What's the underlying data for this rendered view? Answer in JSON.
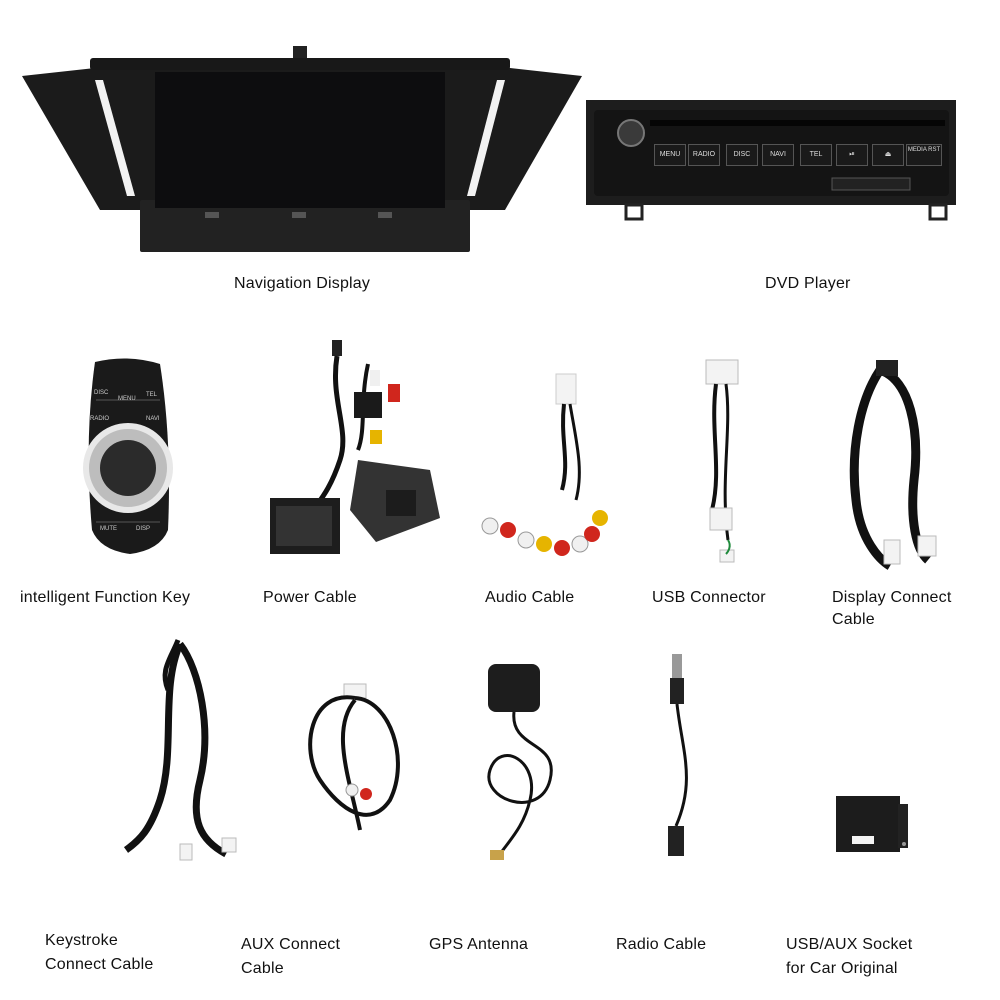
{
  "items": [
    {
      "id": "navigation-display",
      "label": "Navigation Display"
    },
    {
      "id": "dvd-player",
      "label": "DVD Player"
    },
    {
      "id": "function-key",
      "label": "intelligent Function Key"
    },
    {
      "id": "power-cable",
      "label": "Power Cable"
    },
    {
      "id": "audio-cable",
      "label": "Audio Cable"
    },
    {
      "id": "usb-connector",
      "label": "USB Connector"
    },
    {
      "id": "display-connect-cable",
      "label_lines": [
        "Display Connect",
        "Cable"
      ]
    },
    {
      "id": "keystroke-connect-cable",
      "label_lines": [
        "Keystroke",
        "Connect Cable"
      ]
    },
    {
      "id": "aux-connect-cable",
      "label_lines": [
        "AUX Connect",
        "Cable"
      ]
    },
    {
      "id": "gps-antenna",
      "label": "GPS Antenna"
    },
    {
      "id": "radio-cable",
      "label": "Radio Cable"
    },
    {
      "id": "usb-aux-socket",
      "label_lines": [
        "USB/AUX Socket",
        "for Car Original"
      ]
    }
  ],
  "dvd_buttons": [
    "MENU",
    "RADIO",
    "DISC",
    "NAVI",
    "TEL",
    "⏯",
    "⏏",
    "MEDIA RST"
  ],
  "function_key_buttons": [
    "DISC",
    "MENU",
    "TEL",
    "RADIO",
    "NAVI",
    "MUTE",
    "DISP"
  ],
  "colors": {
    "device": "#1c1c1c",
    "accent_white": "#f5f5f5",
    "cable": "#111111",
    "rca_red": "#d0261d",
    "rca_yellow": "#e6b400",
    "rca_white": "#f0f0f0"
  }
}
